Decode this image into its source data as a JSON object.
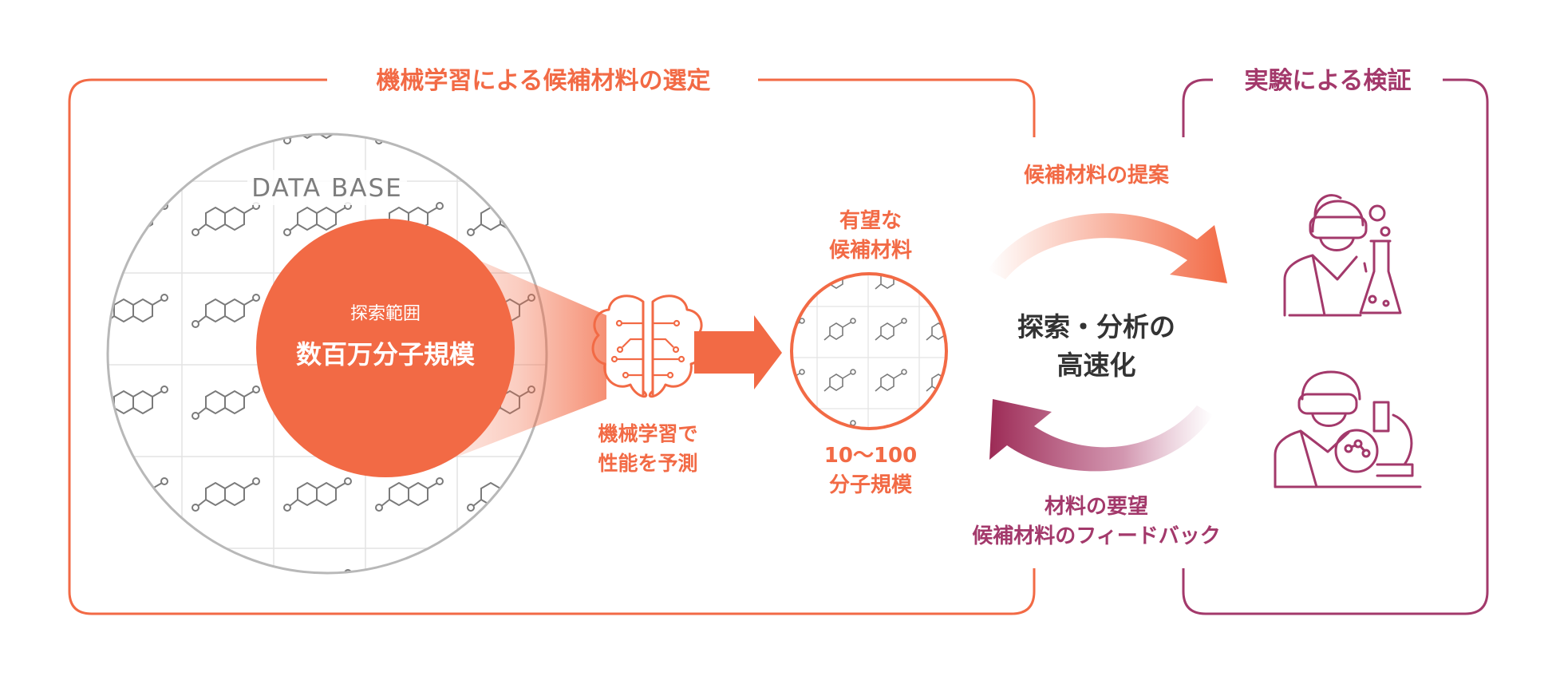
{
  "left_panel": {
    "title": "機械学習による候補材料の選定",
    "database_label": "DATA BASE",
    "search_range_label": "探索範囲",
    "search_scale": "数百万分子規模",
    "ml_caption_line1": "機械学習で",
    "ml_caption_line2": "性能を予測",
    "promising_line1": "有望な",
    "promising_line2": "候補材料",
    "count_line1": "10～100",
    "count_line2": "分子規模"
  },
  "center": {
    "proposal_label": "候補材料の提案",
    "center_line1": "探索・分析の",
    "center_line2": "高速化",
    "feedback_line1": "材料の要望",
    "feedback_line2": "候補材料のフィードバック"
  },
  "right_panel": {
    "title": "実験による検証"
  },
  "colors": {
    "orange": "#f26a45",
    "plum": "#a3396b",
    "maroon": "#9c2a55",
    "grey": "#b5b5b5"
  },
  "icons": [
    "brain-circuit-icon",
    "researcher-flask-icon",
    "researcher-microscope-icon",
    "arrow-right-icon"
  ]
}
